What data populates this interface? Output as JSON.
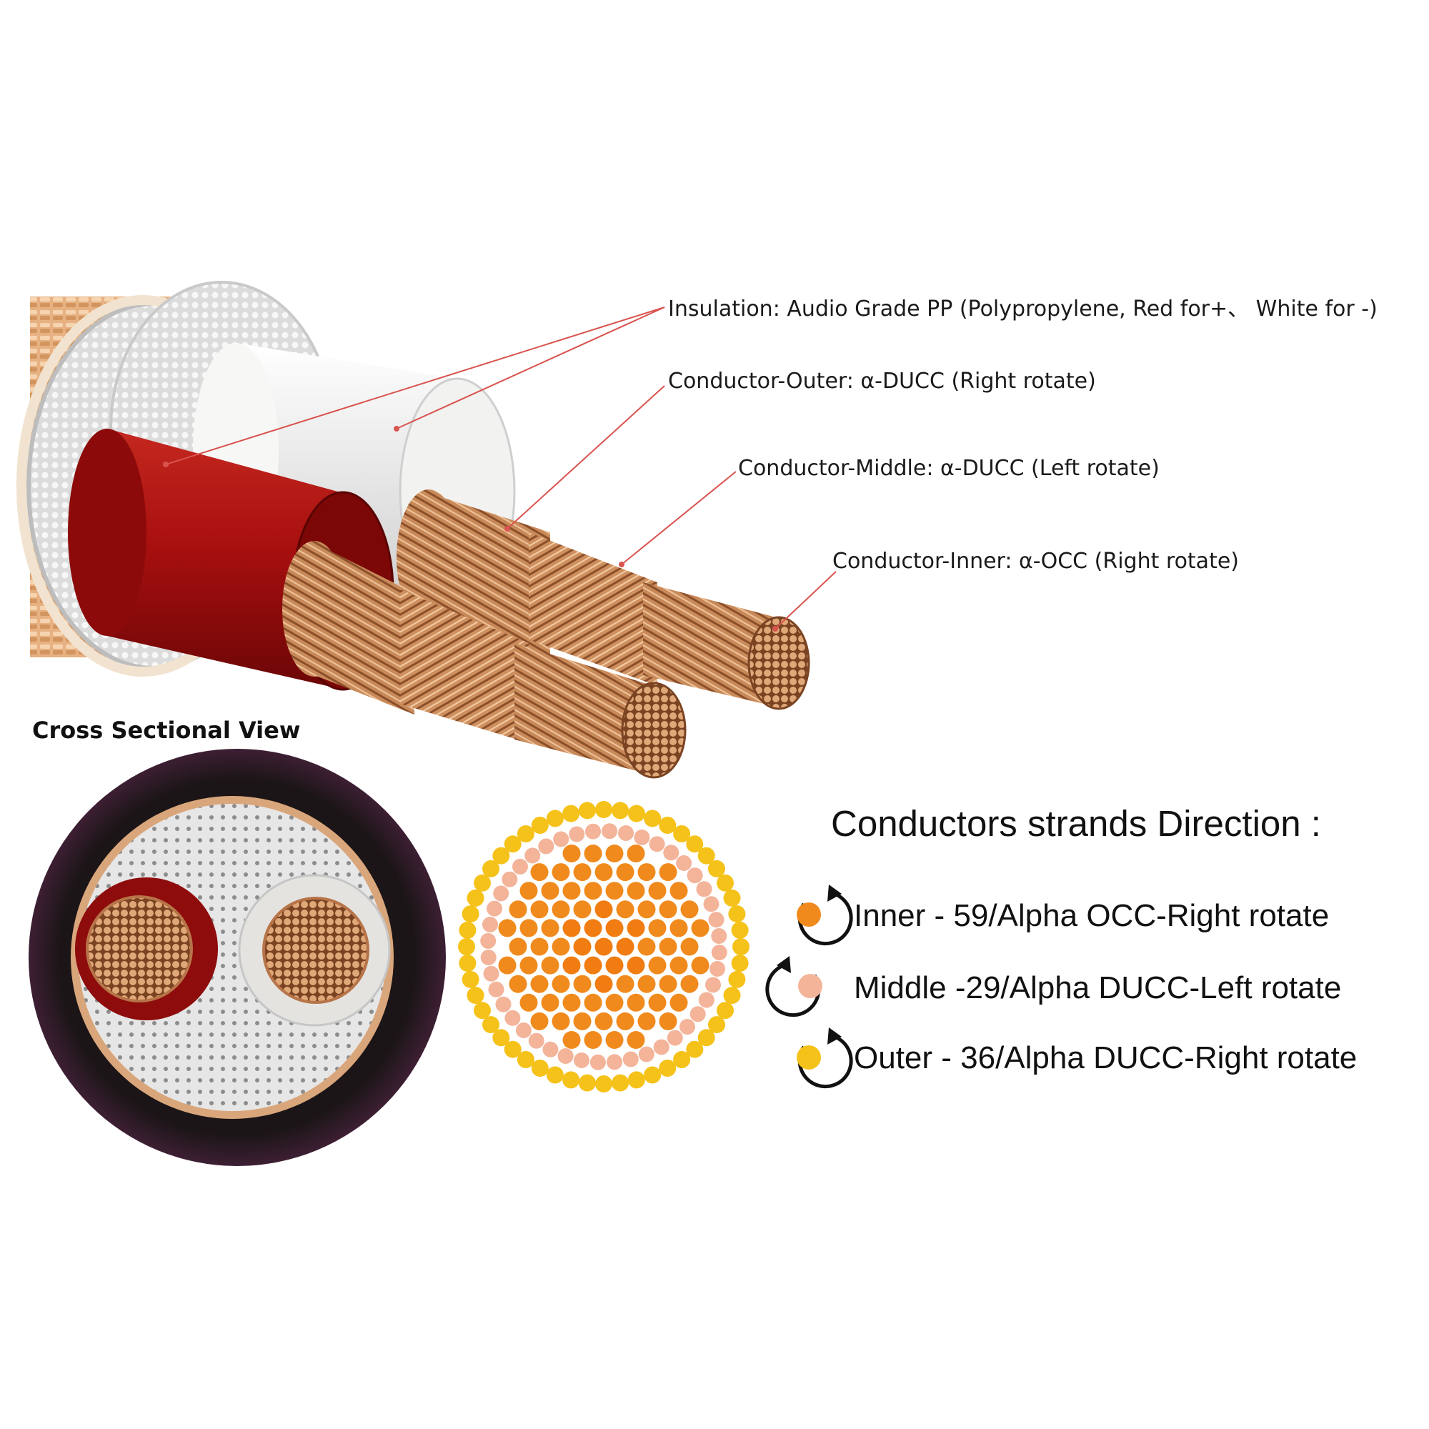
{
  "callouts": {
    "insulation": "Insulation: Audio Grade PP (Polypropylene, Red for+、 White for -)",
    "outer": "Conductor-Outer: α-DUCC (Right rotate)",
    "middle": "Conductor-Middle: α-DUCC (Left rotate)",
    "inner": "Conductor-Inner: α-OCC (Right rotate)"
  },
  "cross_section_title": "Cross Sectional View",
  "legend": {
    "title": "Conductors strands Direction :",
    "items": [
      {
        "text": "Inner -  59/Alpha OCC-Right rotate",
        "color": "#f08a1c",
        "rotation": "right"
      },
      {
        "text": "Middle -29/Alpha DUCC-Left  rotate",
        "color": "#f3b49a",
        "rotation": "left"
      },
      {
        "text": "Outer - 36/Alpha DUCC-Right rotate",
        "color": "#f5c21a",
        "rotation": "right"
      }
    ]
  },
  "colors": {
    "copper": "#c98a5a",
    "insulation_red": "#a50f0f",
    "insulation_white": "#ecebe8",
    "jacket": "#1a1416",
    "leader_line": "#d9534f"
  }
}
